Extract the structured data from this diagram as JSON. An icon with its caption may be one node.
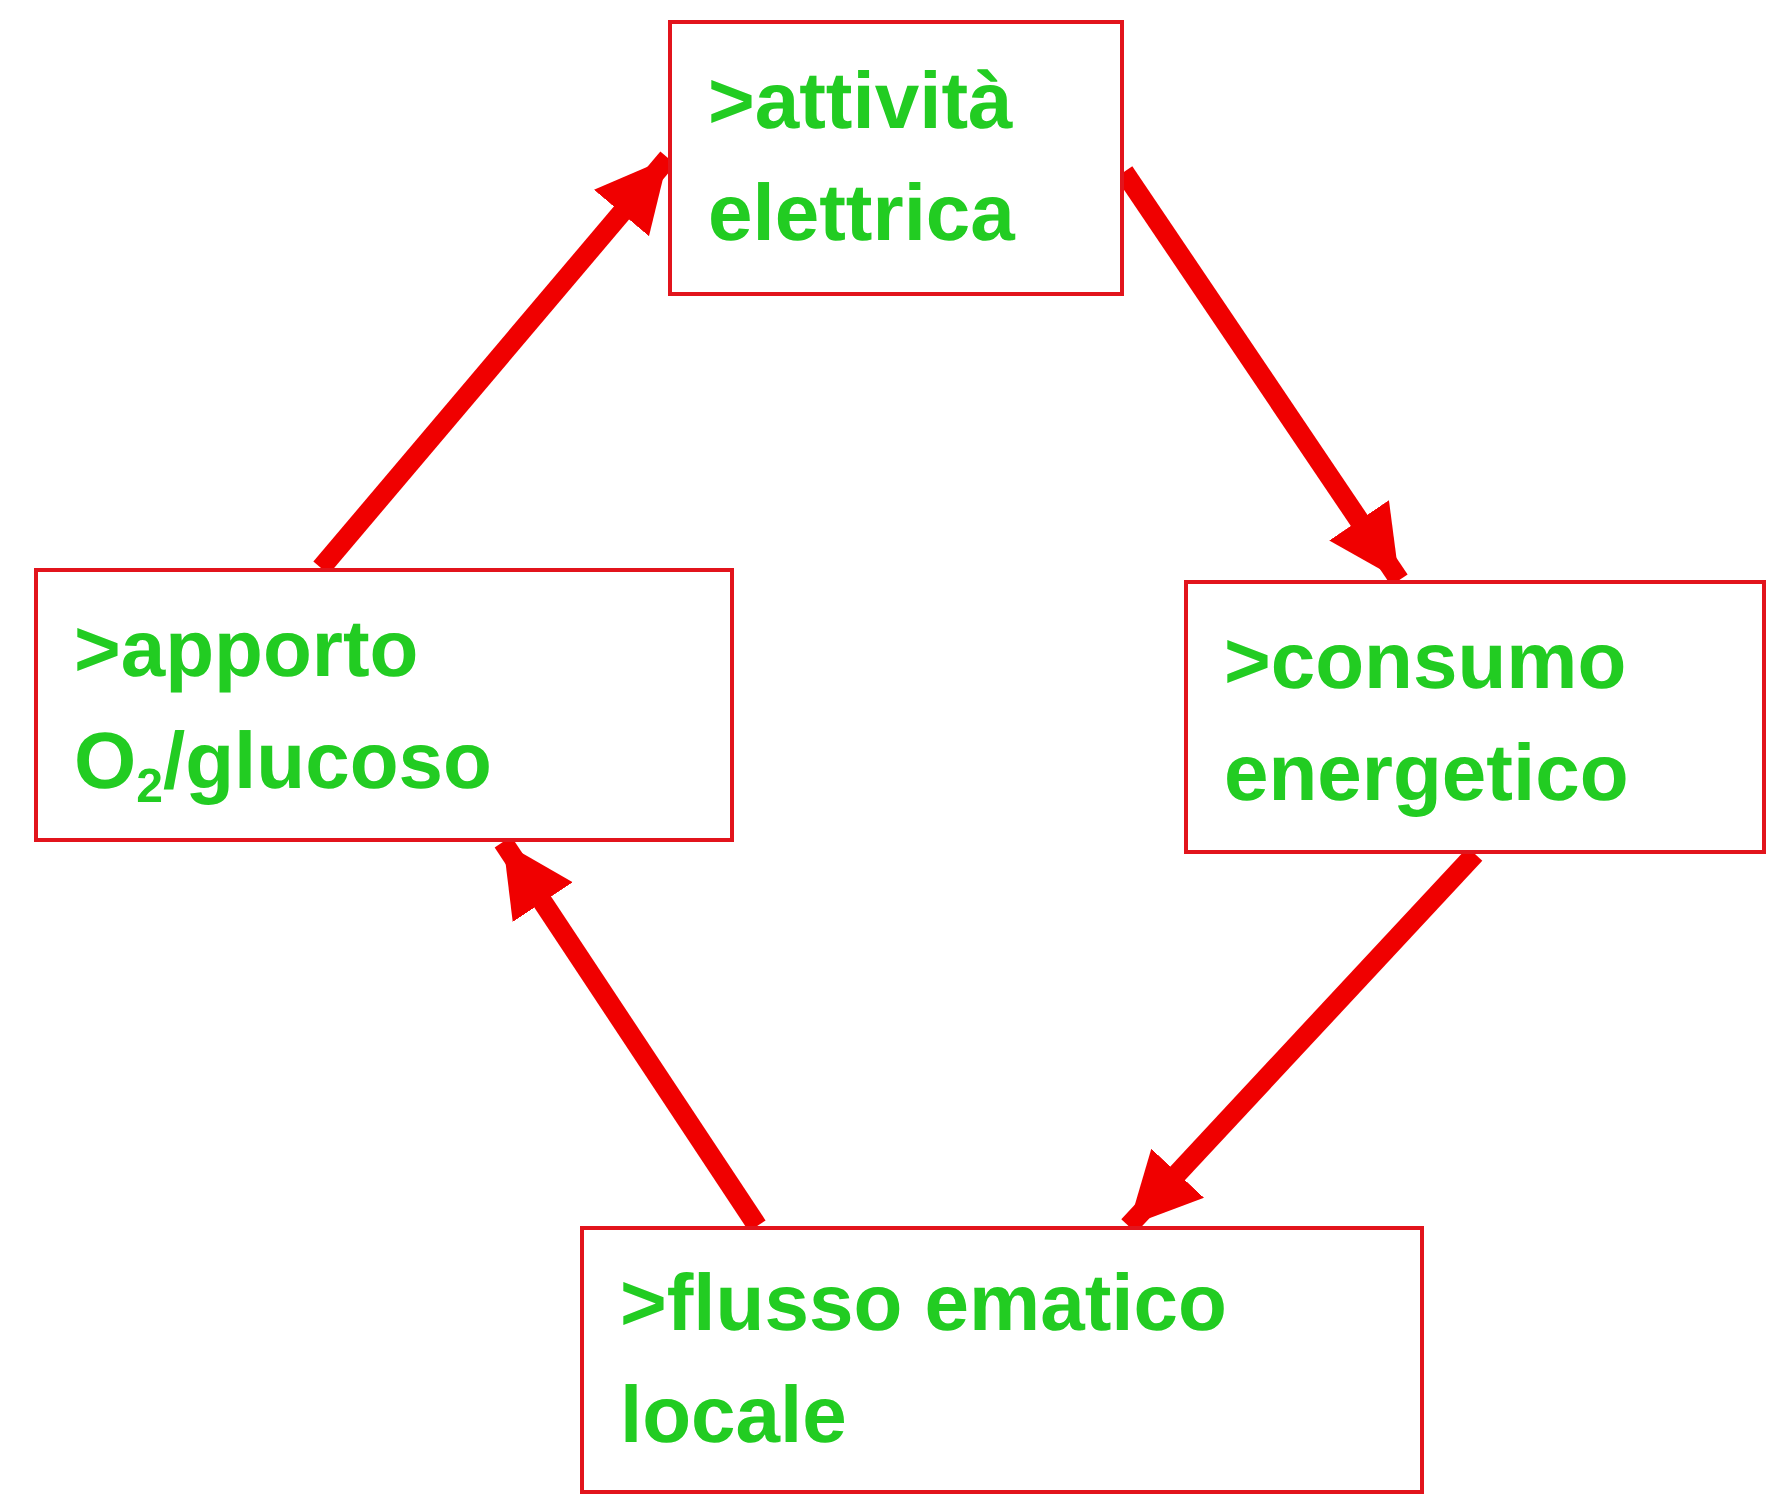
{
  "diagram": {
    "nodes": [
      {
        "text": [
          ">attività elettrica"
        ]
      },
      {
        "text": [
          ">consumo energetico"
        ]
      },
      {
        "text": [
          ">flusso ematico locale"
        ]
      },
      {
        "text": [
          ">apporto O$_{2}$/glucoso"
        ]
      }
    ],
    "edges": [
      {
        "from": 0,
        "to": 1,
        "arrow": "to"
      },
      {
        "from": 1,
        "to": 2,
        "arrow": "to"
      },
      {
        "from": 2,
        "to": 3,
        "arrow": "to"
      },
      {
        "from": 3,
        "to": 0,
        "arrow": "to"
      }
    ]
  }
}
